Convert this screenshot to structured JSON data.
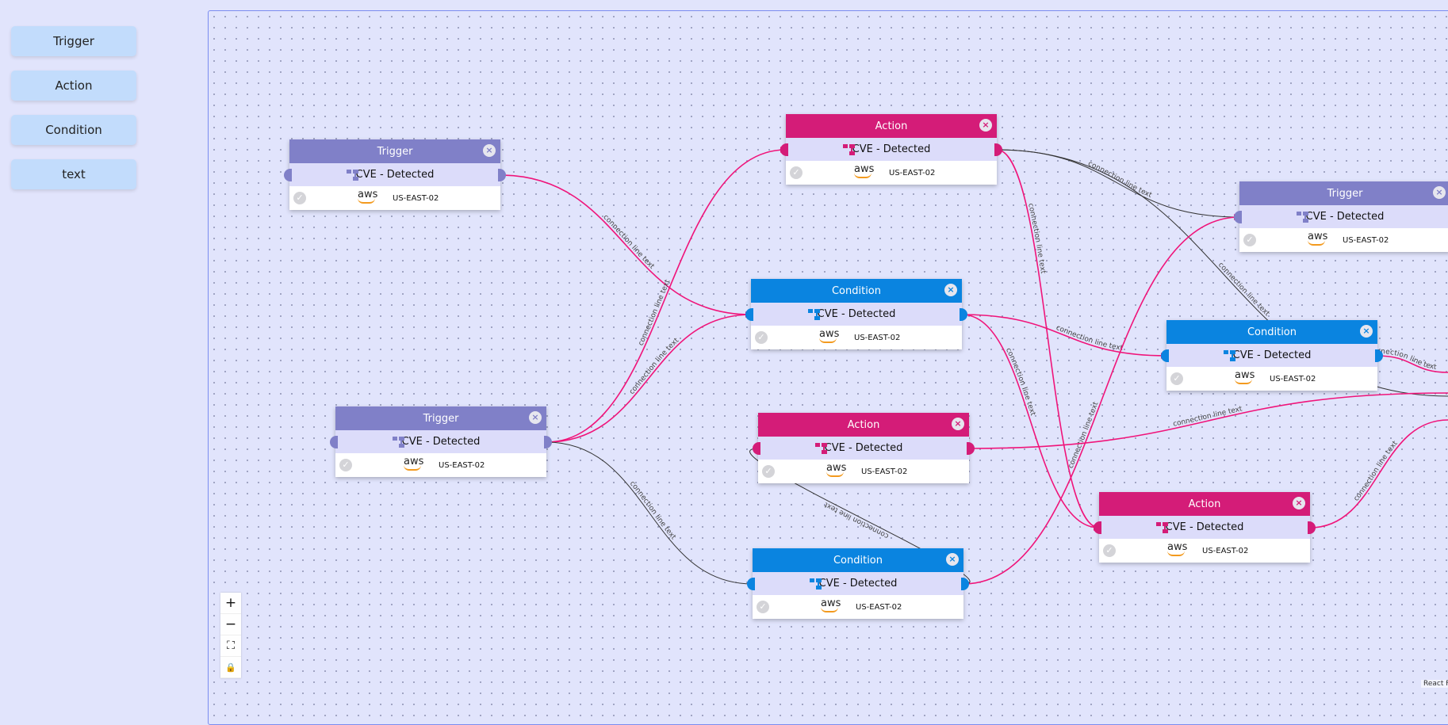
{
  "sidebar": {
    "items": [
      {
        "label": "Trigger"
      },
      {
        "label": "Action"
      },
      {
        "label": "Condition"
      },
      {
        "label": "text"
      }
    ]
  },
  "colors": {
    "trigger": "#8080c8",
    "action": "#d41c78",
    "condition": "#0a84e0",
    "edge_pink": "#f0147a",
    "edge_black": "#333333"
  },
  "nodes": [
    {
      "id": "t1",
      "type": "Trigger",
      "subtitle": "CVE - Detected",
      "provider": "aws",
      "region": "US-EAST-02"
    },
    {
      "id": "t2",
      "type": "Trigger",
      "subtitle": "CVE - Detected",
      "provider": "aws",
      "region": "US-EAST-02"
    },
    {
      "id": "a3",
      "type": "Action",
      "subtitle": "CVE - Detected",
      "provider": "aws",
      "region": "US-EAST-02"
    },
    {
      "id": "c4",
      "type": "Condition",
      "subtitle": "CVE - Detected",
      "provider": "aws",
      "region": "US-EAST-02"
    },
    {
      "id": "a5",
      "type": "Action",
      "subtitle": "CVE - Detected",
      "provider": "aws",
      "region": "US-EAST-02"
    },
    {
      "id": "c6",
      "type": "Condition",
      "subtitle": "CVE - Detected",
      "provider": "aws",
      "region": "US-EAST-02"
    },
    {
      "id": "t7",
      "type": "Trigger",
      "subtitle": "CVE - Detected",
      "provider": "aws",
      "region": "US-EAST-02"
    },
    {
      "id": "c8",
      "type": "Condition",
      "subtitle": "CVE - Detected",
      "provider": "aws",
      "region": "US-EAST-02"
    },
    {
      "id": "a9",
      "type": "Action",
      "subtitle": "CVE - Detected",
      "provider": "aws",
      "region": "US-EAST-02"
    }
  ],
  "edges": [
    {
      "source": "t1",
      "target": "c4",
      "color": "pink",
      "arrow": true,
      "label": "connection line text"
    },
    {
      "source": "t2",
      "target": "a3",
      "color": "pink",
      "arrow": true,
      "label": "connection line text"
    },
    {
      "source": "t2",
      "target": "c4",
      "color": "pink",
      "arrow": true,
      "label": "connection line text"
    },
    {
      "source": "t2",
      "target": "c6",
      "color": "black",
      "arrow": false,
      "label": "connection line text"
    },
    {
      "source": "a3",
      "target": "t7",
      "color": "black",
      "arrow": false,
      "label": "connection line text"
    },
    {
      "source": "a3",
      "target": "offscreen",
      "color": "black",
      "arrow": false,
      "label": "connection line text"
    },
    {
      "source": "a3",
      "target": "a9",
      "color": "pink",
      "arrow": true,
      "label": "connection line text"
    },
    {
      "source": "c4",
      "target": "c8",
      "color": "pink",
      "arrow": true,
      "label": "connection line text"
    },
    {
      "source": "c4",
      "target": "a9",
      "color": "pink",
      "arrow": false,
      "label": "connection line text"
    },
    {
      "source": "c6",
      "target": "t7",
      "color": "pink",
      "arrow": true,
      "label": "connection line text"
    },
    {
      "source": "c6",
      "target": "a5",
      "color": "black",
      "arrow": false,
      "label": "connection line text"
    },
    {
      "source": "a5",
      "target": "offscreen",
      "color": "pink",
      "arrow": false,
      "label": "connection line text"
    },
    {
      "source": "c8",
      "target": "offscreen",
      "color": "pink",
      "arrow": false,
      "label": "connection line text"
    },
    {
      "source": "a9",
      "target": "offscreen",
      "color": "pink",
      "arrow": false,
      "label": "connection line text"
    }
  ],
  "controls": {
    "zoom_in": "+",
    "zoom_out": "−",
    "fit_view": "⛶",
    "lock": "🔒"
  },
  "attribution": "React Flow"
}
